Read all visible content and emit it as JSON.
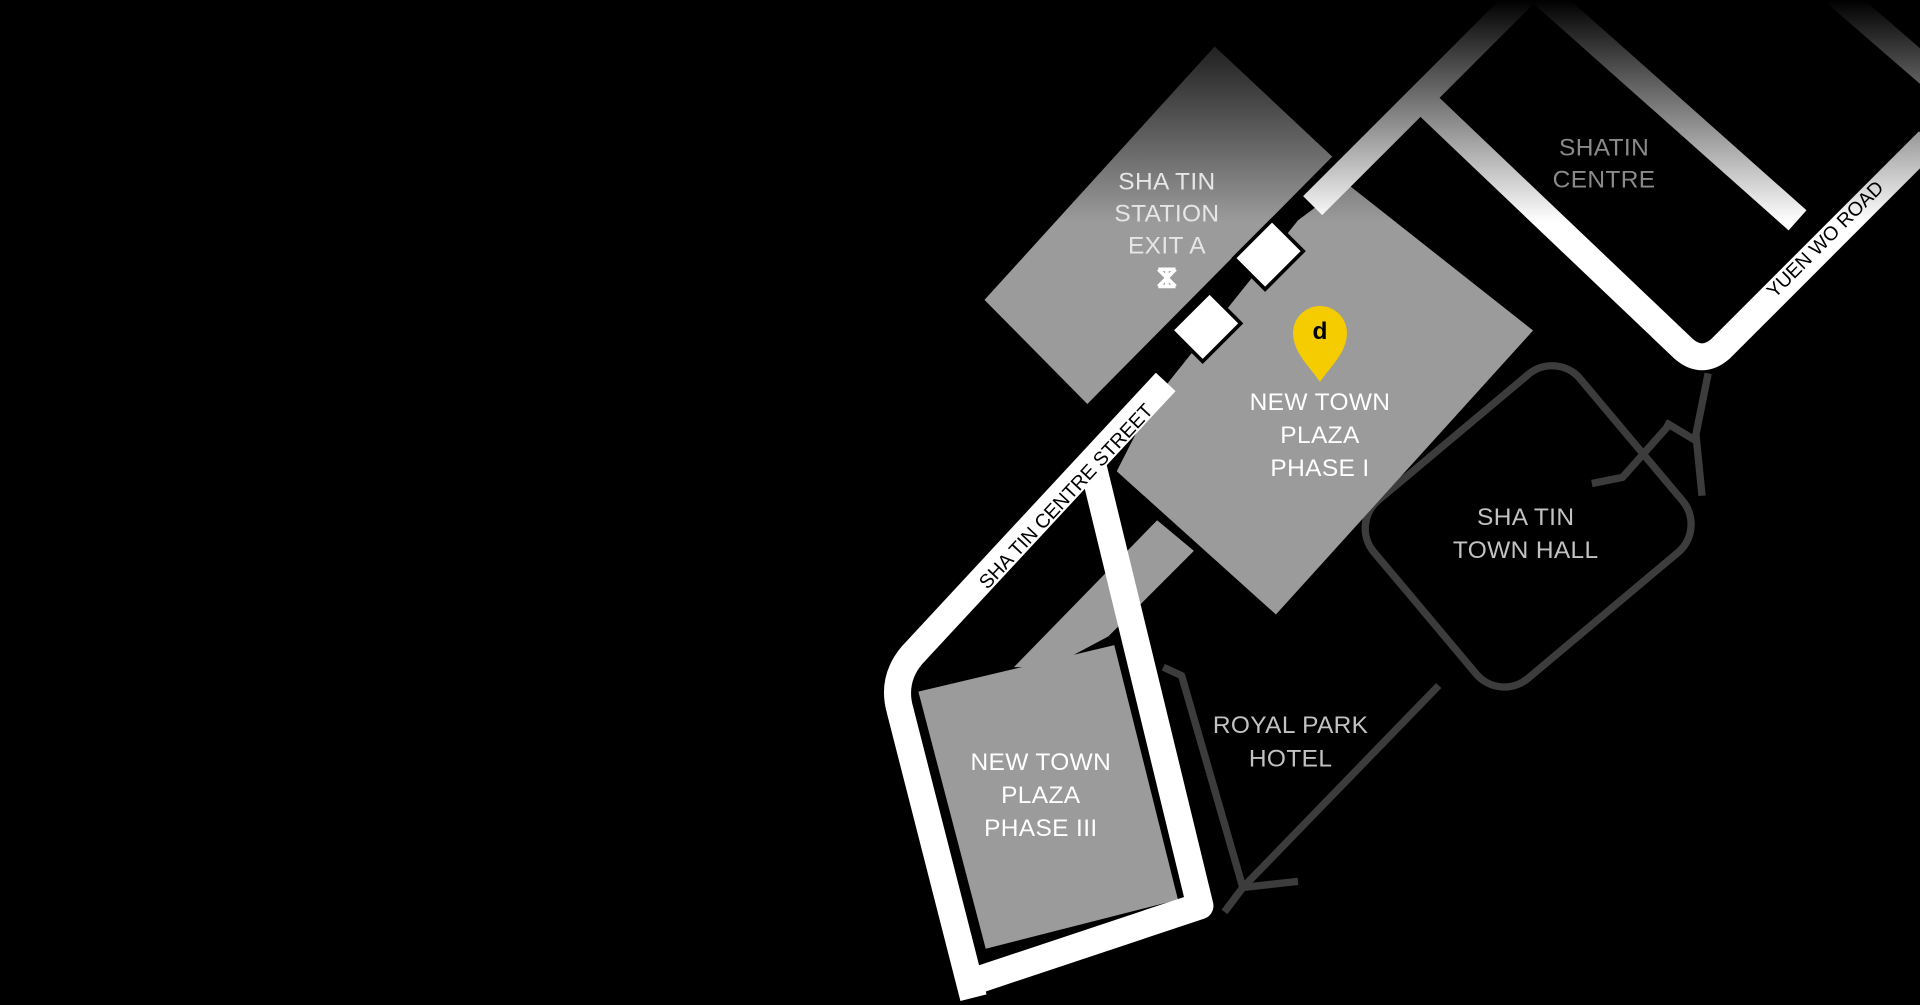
{
  "map": {
    "places": {
      "station": [
        "SHA TIN",
        "STATION",
        "EXIT A"
      ],
      "shatin_centre": [
        "SHATIN",
        "CENTRE"
      ],
      "plaza_phase1": [
        "NEW TOWN",
        "PLAZA",
        "PHASE I"
      ],
      "town_hall": [
        "SHA TIN",
        "TOWN HALL"
      ],
      "royal_park": [
        "ROYAL PARK",
        "HOTEL"
      ],
      "plaza_phase3": [
        "NEW TOWN",
        "PLAZA",
        "PHASE III"
      ]
    },
    "streets": {
      "centre_street": "SHA TIN CENTRE STREET",
      "yuen_wo": "YUEN WO ROAD"
    },
    "marker": {
      "label": "d",
      "icon": "location-pin-icon"
    },
    "colors": {
      "marker": "#f5cc00",
      "building": "#9b9b9b",
      "road": "#ffffff",
      "path": "#3c3c3c"
    }
  }
}
